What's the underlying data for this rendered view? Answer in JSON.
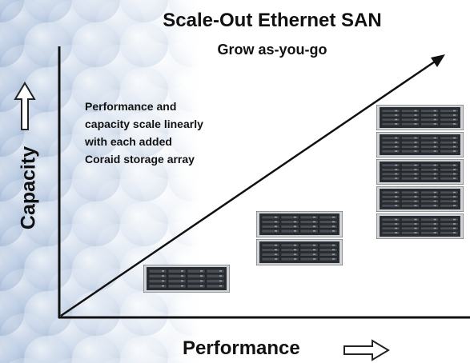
{
  "title": "Scale-Out Ethernet SAN",
  "subtitle": "Grow as-you-go",
  "description": [
    "Performance and",
    "capacity scale linearly",
    "with each added",
    "Coraid storage array"
  ],
  "axes": {
    "y_label": "Capacity",
    "x_label": "Performance"
  },
  "icons": {
    "y_arrow": "arrow-up-icon",
    "x_arrow": "arrow-right-icon",
    "storage": "storage-array-icon"
  },
  "stacks": [
    {
      "arrays": 1
    },
    {
      "arrays": 2
    },
    {
      "arrays": 5
    }
  ],
  "colors": {
    "text": "#111111",
    "background_left": "#b7c9e2",
    "rack_body": "#2a2d31"
  }
}
